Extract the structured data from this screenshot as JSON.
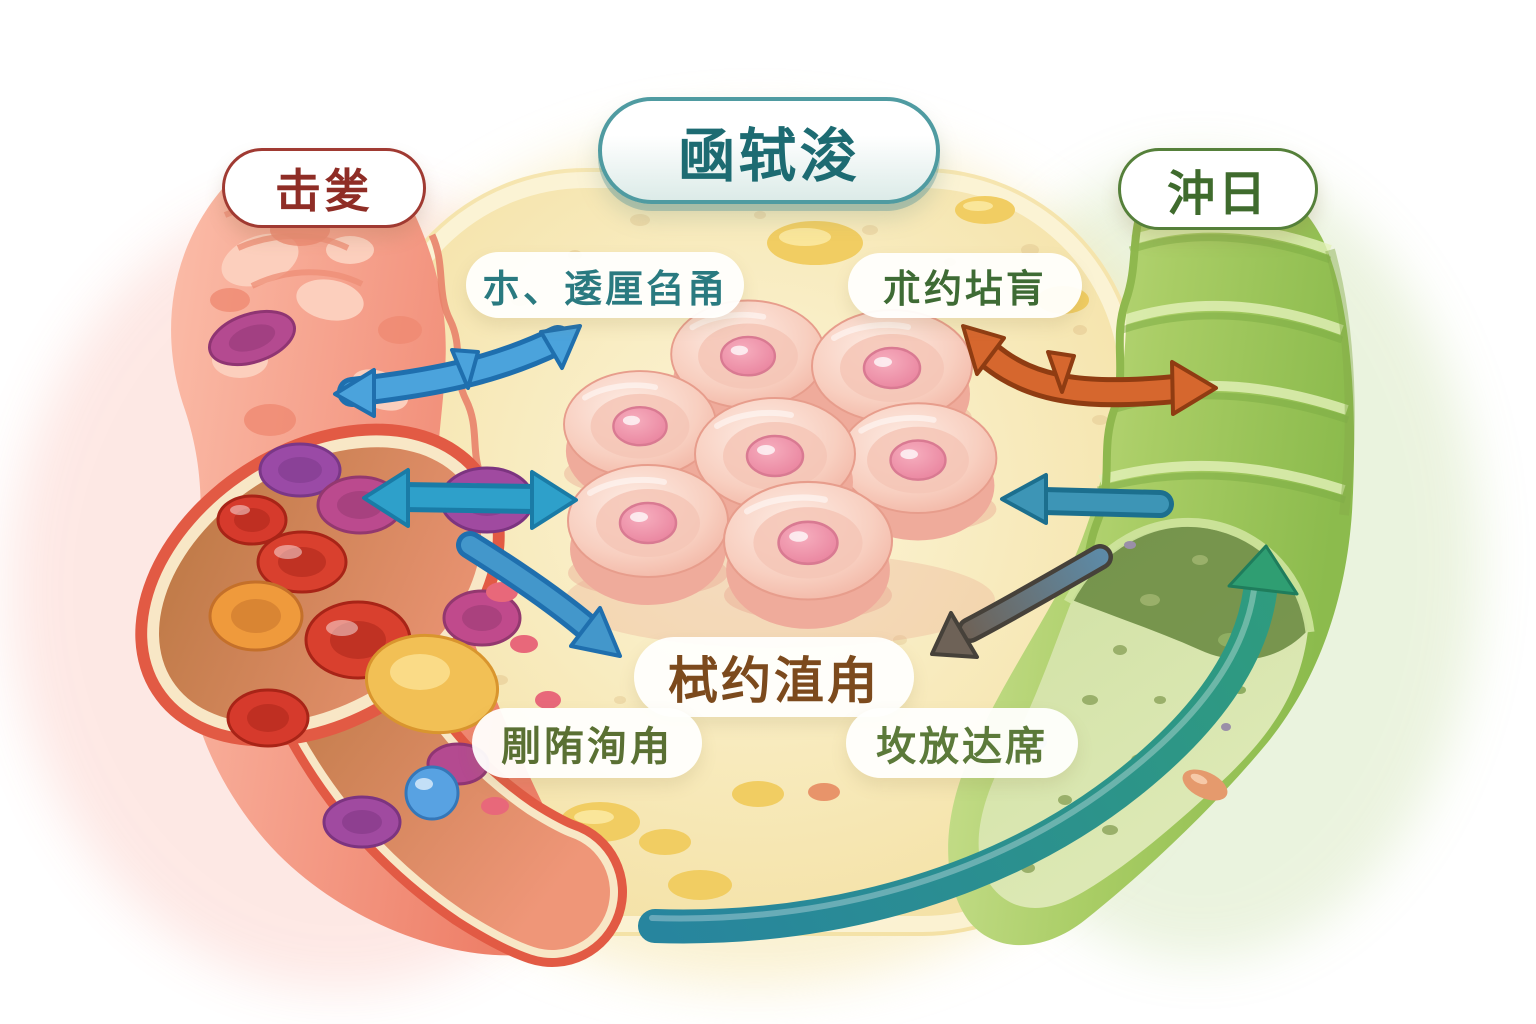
{
  "figure": {
    "kind": "medical-biology-illustration",
    "description": "Cross-sectioned blood vessel (left) and intestinal/gut tube (right) exchanging substances with a cluster of seven pink cells inside a yellow tissue mass (center), connected by colored arrows",
    "background_color": "#ffffff"
  },
  "labels": {
    "vessel_left_title": {
      "text": "击夎",
      "text_color": "#8f2d26",
      "border_color": "#a03a32"
    },
    "center_title": {
      "text": "凾轼浚",
      "text_color": "#1d6b72",
      "border_color": "#4f9ba1"
    },
    "vessel_right_title": {
      "text": "沖日",
      "text_color": "#3f6b2d",
      "border_color": "#55803a"
    },
    "annotation_upper_left": {
      "text": "朩、逶厘臽甬",
      "text_color": "#2a7a80"
    },
    "annotation_upper_right": {
      "text": "朮约坫肓",
      "text_color": "#3e6b34"
    },
    "annotation_center": {
      "text": "栻约淔甪",
      "text_color": "#7c4a1d"
    },
    "annotation_lower_left": {
      "text": "㓮陏洵甪",
      "text_color": "#5a7033"
    },
    "annotation_lower_right": {
      "text": "坆放达席",
      "text_color": "#5c7a3a"
    }
  },
  "arrows": [
    {
      "name": "blue-curved-double-arrow-upper-left",
      "color": "#4ba3dc"
    },
    {
      "name": "teal-horizontal-double-arrow-left",
      "color": "#2ea0ca"
    },
    {
      "name": "blue-diagonal-arrow-down-left",
      "color": "#4397cb"
    },
    {
      "name": "orange-curved-double-arrow-upper-right",
      "color": "#d6672e"
    },
    {
      "name": "teal-arrow-pointing-left-right-side",
      "color": "#3d95b6"
    },
    {
      "name": "gray-arrow-pointing-down-left",
      "color": "#6e6257"
    },
    {
      "name": "large-teal-green-curved-arrow-bottom",
      "color": "#27859e"
    }
  ],
  "palette": {
    "vessel_red": "#f2997c",
    "vessel_red_rim": "#e25a44",
    "blood_cell_red": "#d9402e",
    "blood_cell_purple": "#9a4aa6",
    "blood_cell_magenta": "#bb4a8e",
    "plaque_yellow": "#f2c055",
    "blood_cell_blue": "#58a2e2",
    "tissue_yellow": "#f7e9bc",
    "cell_pink": "#f8cfc0",
    "nucleus_pink": "#e87f9b",
    "gut_green": "#9cc45e",
    "gut_lumen_green": "#d6e6ac"
  }
}
